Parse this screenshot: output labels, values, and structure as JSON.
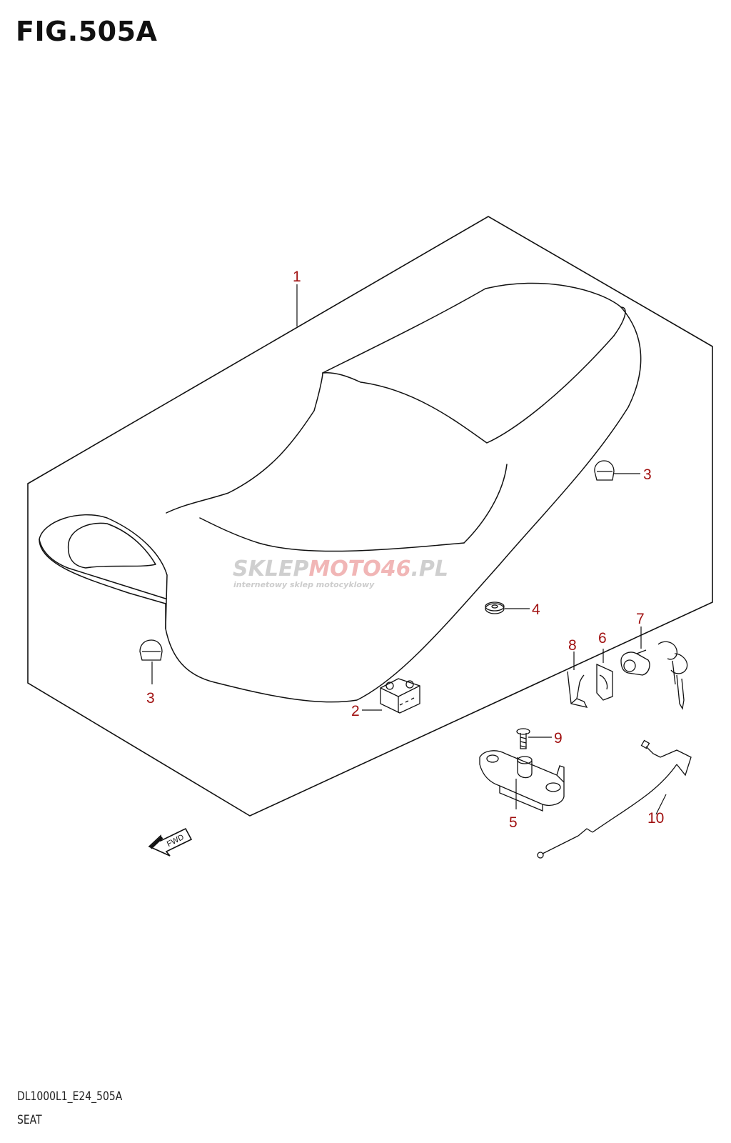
{
  "figure": {
    "title": "FIG.505A"
  },
  "footer": {
    "code": "DL1000L1_E24_505A",
    "name": "SEAT"
  },
  "direction_marker": {
    "label": "FWD"
  },
  "watermark": {
    "brand_prefix": "SKLEP",
    "brand_accent": "MOTO46",
    "brand_suffix": ".PL",
    "tagline": "internetowy sklep motocyklowy"
  },
  "callouts": [
    {
      "key": "seat",
      "number": "1"
    },
    {
      "key": "bracket",
      "number": "2"
    },
    {
      "key": "cushion-right",
      "number": "3"
    },
    {
      "key": "cushion-left",
      "number": "3"
    },
    {
      "key": "nut",
      "number": "4"
    },
    {
      "key": "lock-assy",
      "number": "5"
    },
    {
      "key": "clip",
      "number": "6"
    },
    {
      "key": "lock-set",
      "number": "7"
    },
    {
      "key": "holder",
      "number": "8"
    },
    {
      "key": "screw",
      "number": "9"
    },
    {
      "key": "cable",
      "number": "10"
    }
  ],
  "colors": {
    "callout": "#a01010",
    "line": "#111111",
    "watermark_accent": "#f1b6b6"
  }
}
